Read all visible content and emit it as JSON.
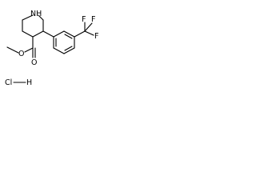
{
  "structure": {
    "atoms": {
      "nh": "NH",
      "ring_o": "O",
      "ester_o": "O",
      "f_top_left": "F",
      "f_top_right": "F",
      "f_right": "F"
    },
    "salt": {
      "cl": "Cl",
      "h": "H"
    }
  }
}
